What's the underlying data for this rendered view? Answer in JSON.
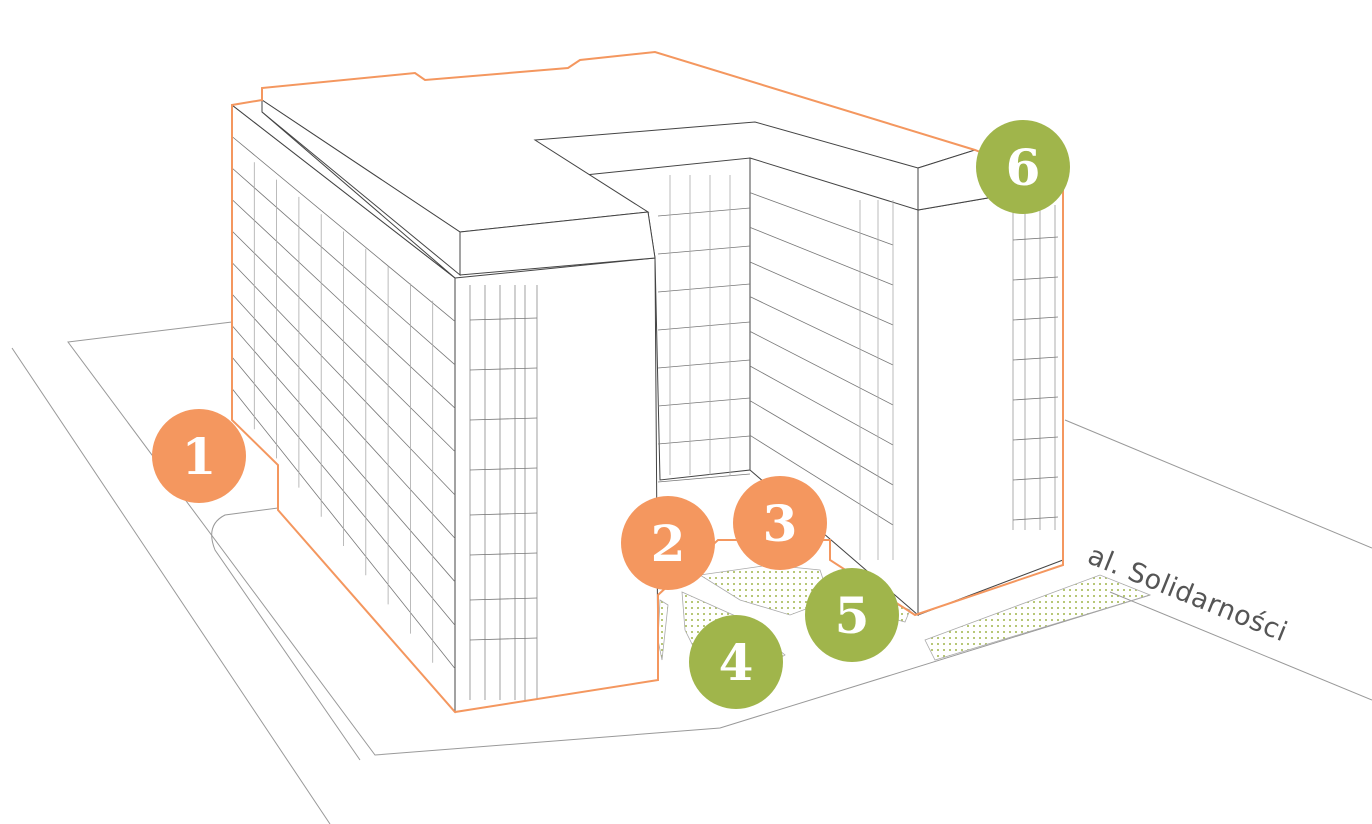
{
  "colors": {
    "orange": "#F4975F",
    "green": "#A0B54B",
    "line": "#555555"
  },
  "street_label": "al. Solidarności",
  "markers": [
    {
      "label": "1",
      "color": "orange"
    },
    {
      "label": "2",
      "color": "orange"
    },
    {
      "label": "3",
      "color": "orange"
    },
    {
      "label": "4",
      "color": "green"
    },
    {
      "label": "5",
      "color": "green"
    },
    {
      "label": "6",
      "color": "green"
    }
  ]
}
